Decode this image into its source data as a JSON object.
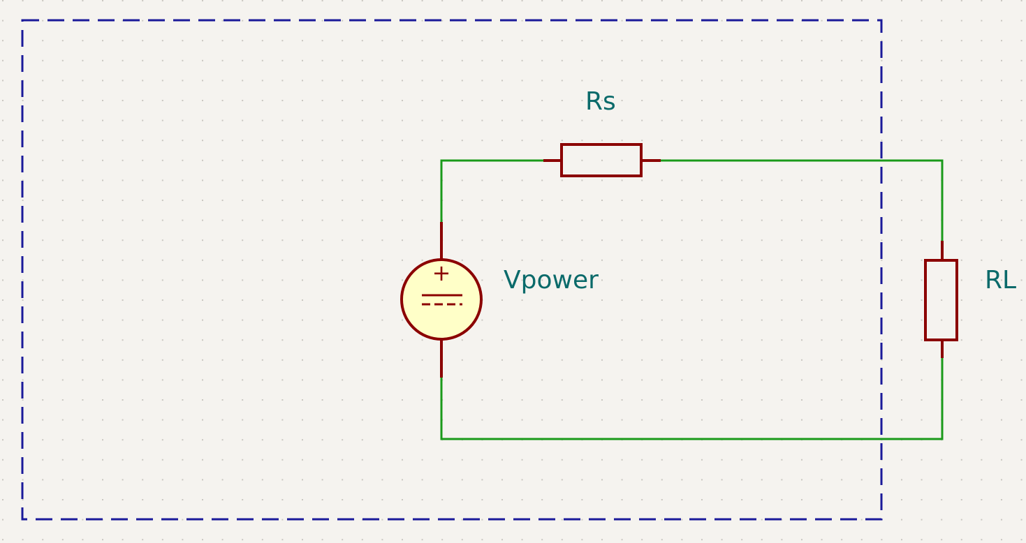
{
  "schematic": {
    "components": {
      "source_resistor": {
        "ref": "Rs"
      },
      "voltage_source": {
        "ref": "Vpower",
        "plus_sign": "+"
      },
      "load_resistor": {
        "ref": "RL"
      }
    },
    "colors": {
      "background": "#f5f3ef",
      "grid_dot": "#c9c6c0",
      "wire": "#1a9a1a",
      "component": "#8b0000",
      "source_fill": "#ffffc8",
      "label": "#0a6a6a",
      "boundary": "#1a1a9a"
    }
  }
}
